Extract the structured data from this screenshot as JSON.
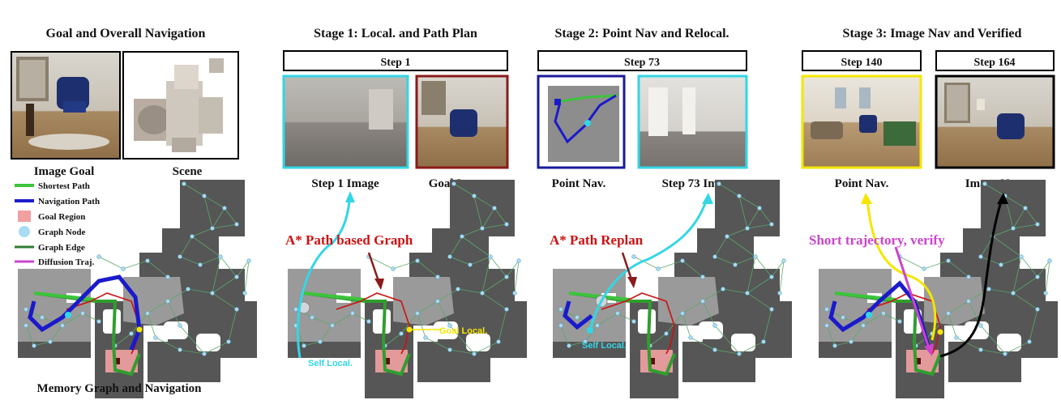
{
  "headers": {
    "overall": "Goal and Overall Navigation",
    "stage1": "Stage 1: Local. and Path Plan",
    "stage2": "Stage 2: Point Nav and Relocal.",
    "stage3": "Stage 3: Image Nav and Verified"
  },
  "captions": {
    "image_goal": "Image Goal",
    "scene": "Scene",
    "memory_graph": "Memory Graph and Navigation",
    "step1_image": "Step 1 Image",
    "goal_image": "Goal Image",
    "point_nav_2": "Point Nav.",
    "step73_image": "Step 73 Image",
    "point_nav_3": "Point Nav.",
    "image_nav_3": "Image Nav."
  },
  "steps": {
    "s1": "Step 1",
    "s73": "Step 73",
    "s140": "Step 140",
    "s164": "Step 164"
  },
  "legend": [
    {
      "label": "Shortest Path",
      "color": "#3cc43c",
      "icon": "line-icon"
    },
    {
      "label": "Navigation Path",
      "color": "#1a1acc",
      "icon": "line-icon"
    },
    {
      "label": "Goal Region",
      "color": "#f0a0a0",
      "icon": "square-icon"
    },
    {
      "label": "Graph Node",
      "color": "#a9dcf2",
      "icon": "circle-icon"
    },
    {
      "label": "Graph Edge",
      "color": "#2e7d32",
      "icon": "line-icon"
    },
    {
      "label": "Diffusion Traj.",
      "color": "#cc44cc",
      "icon": "line-icon"
    }
  ],
  "annotations": {
    "astar_graph": "A* Path based Graph",
    "astar_replan": "A* Path Replan",
    "short_traj": "Short trajectory, verify",
    "self_local_1": "Self Local.",
    "goal_local_1": "Goal Local.",
    "self_local_2": "Self Local."
  },
  "colors": {
    "red": "#cc1111",
    "cyan": "#33d6e6",
    "yellow": "#f5e600",
    "magenta": "#cc44cc",
    "navy": "#1a1a99",
    "darkred": "#8b1a1a"
  }
}
